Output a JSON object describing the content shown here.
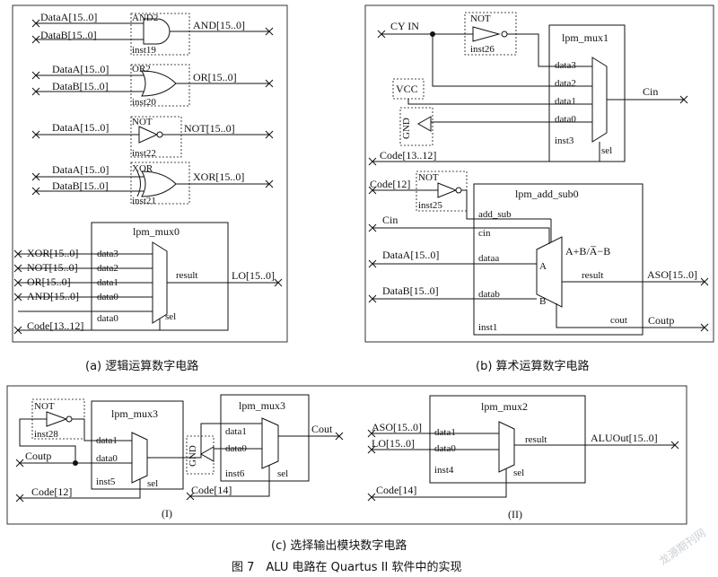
{
  "panel_a": {
    "gates": {
      "and": {
        "in1": "DataA[15..0]",
        "in2": "DataB[15..0]",
        "type": "AND2",
        "inst": "inst19",
        "out": "AND[15..0]"
      },
      "or": {
        "in1": "DataA[15..0]",
        "in2": "DataB[15..0]",
        "type": "OR2",
        "inst": "inst20",
        "out": "OR[15..0]"
      },
      "not": {
        "in1": "DataA[15..0]",
        "type": "NOT",
        "inst": "inst22",
        "out": "NOT[15..0]"
      },
      "xor": {
        "in1": "DataA[15..0]",
        "in2": "DataB[15..0]",
        "type": "XOR",
        "inst": "inst21",
        "out": "XOR[15..0]"
      }
    },
    "mux": {
      "name": "lpm_mux0",
      "inputs": [
        "XOR[15..0]",
        "NOT[15..0]",
        "OR[15..0]",
        "AND[15..0]"
      ],
      "ports": [
        "data3",
        "data2",
        "data1",
        "data0",
        "data0"
      ],
      "sel_in": "Code[13..12]",
      "sel": "sel",
      "result": "result",
      "out": "LO[15..0]"
    },
    "caption": "(a) 逻辑运算数字电路"
  },
  "panel_b": {
    "cy_in": "CY IN",
    "not_top": {
      "type": "NOT",
      "inst": "inst26"
    },
    "mux1": {
      "name": "lpm_mux1",
      "ports": [
        "data3",
        "data2",
        "data1",
        "data0"
      ],
      "inst": "inst3",
      "sel": "sel",
      "out": "Cin"
    },
    "vcc": "VCC",
    "gnd": "GND",
    "code_mux": "Code[13..12]",
    "code12": "Code[12]",
    "not_bot": {
      "type": "NOT",
      "inst": "inst25"
    },
    "adder": {
      "name": "lpm_add_sub0",
      "ports": [
        "add_sub",
        "cin",
        "dataa",
        "datab"
      ],
      "a": "A",
      "b": "B",
      "formula": "A+B/A̅−B",
      "result": "result",
      "cout": "cout",
      "inst": "inst1"
    },
    "inputs": {
      "cin": "Cin",
      "dataa": "DataA[15..0]",
      "datab": "DataB[15..0]"
    },
    "outputs": {
      "aso": "ASO[15..0]",
      "coutp": "Coutp"
    },
    "caption": "(b) 算术运算数字电路"
  },
  "panel_c": {
    "not": {
      "type": "NOT",
      "inst": "inst28"
    },
    "mux3a": {
      "name": "lpm_mux3",
      "ports": [
        "data1",
        "data0"
      ],
      "inst": "inst5",
      "sel": "sel"
    },
    "coutp": "Coutp",
    "code12": "Code[12]",
    "gnd": "GND",
    "mux3b": {
      "name": "lpm_mux3",
      "ports": [
        "data1",
        "data0"
      ],
      "inst": "inst6",
      "sel": "sel",
      "out": "Cout"
    },
    "code14a": "Code[14]",
    "label1": "(I)",
    "mux2": {
      "name": "lpm_mux2",
      "ports": [
        "data1",
        "data0"
      ],
      "inst": "inst4",
      "sel": "sel",
      "result": "result",
      "inputs": [
        "ASO[15..0]",
        "LO[15..0]"
      ],
      "out": "ALUOut[15..0]"
    },
    "code14b": "Code[14]",
    "label2": "(II)",
    "caption": "(c) 选择输出模块数字电路"
  },
  "figure_caption": "图 7　ALU 电路在 Quartus II 软件中的实现",
  "watermark": "龙源期刊网"
}
